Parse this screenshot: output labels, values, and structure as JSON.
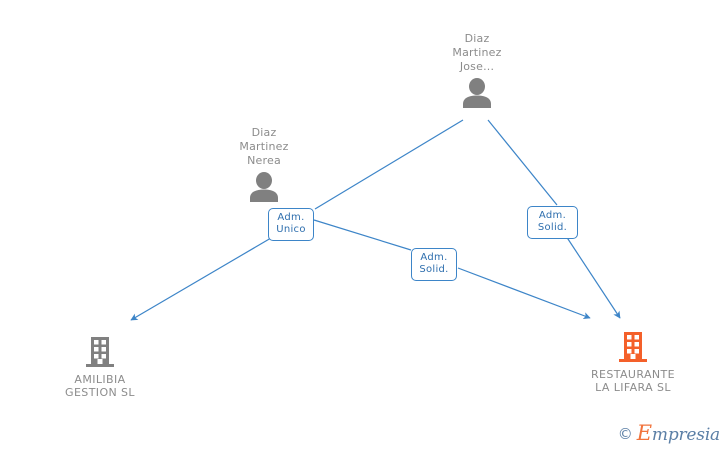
{
  "diagram": {
    "type": "corporate-relationship-graph",
    "background_color": "#ffffff",
    "edge_color": "#3d85c8",
    "person_color": "#808080",
    "company_color_grey": "#808080",
    "company_color_orange": "#f4602a"
  },
  "people": [
    {
      "id": "person-diaz-martinez-jose",
      "name": "Diaz\nMartinez\nJose...",
      "icon": "person-icon"
    },
    {
      "id": "person-diaz-martinez-nerea",
      "name": "Diaz\nMartinez\nNerea",
      "icon": "person-icon"
    }
  ],
  "companies": [
    {
      "id": "company-amilibia-gestion-sl",
      "name": "AMILIBIA\nGESTION SL",
      "icon": "building-icon",
      "color": "#808080"
    },
    {
      "id": "company-restaurante-la-lifara-sl",
      "name": "RESTAURANTE\nLA LIFARA SL",
      "icon": "building-icon",
      "color": "#f4602a"
    }
  ],
  "relations": [
    {
      "id": "rel-adm-unico",
      "label": "Adm.\nUnico",
      "from": "person-diaz-martinez-nerea",
      "to": "company-amilibia-gestion-sl"
    },
    {
      "id": "rel-adm-solid-right",
      "label": "Adm.\nSolid.",
      "from": "person-diaz-martinez-jose",
      "to": "company-restaurante-la-lifara-sl"
    },
    {
      "id": "rel-adm-solid-middle",
      "label": "Adm.\nSolid.",
      "from": "person-diaz-martinez-nerea",
      "to": "company-restaurante-la-lifara-sl"
    }
  ],
  "watermark": {
    "copyright": "©",
    "brand_first": "E",
    "brand_rest": "mpresia"
  }
}
